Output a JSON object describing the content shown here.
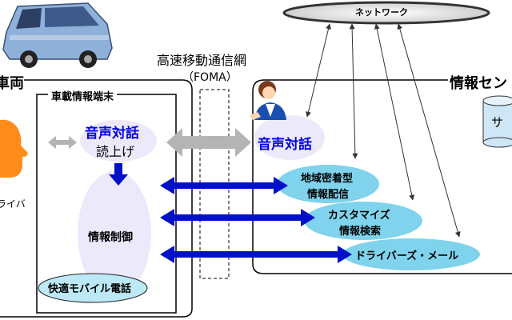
{
  "vehicle": {
    "label": "車両",
    "terminal_title": "車載情報端末"
  },
  "network": {
    "label": "ネットワーク"
  },
  "link": {
    "name": "高速移動通信網",
    "tech": "（FOMA）"
  },
  "center": {
    "label": "情報セン",
    "server_label": "サ"
  },
  "driver": {
    "label": "ライバ"
  },
  "terminal": {
    "voice_dialog": "音声対話",
    "read_aloud": "読上げ",
    "info_control": "情報制御",
    "mobile_phone": "快適モバイル電話"
  },
  "services": {
    "agent_voice": "音声対話",
    "local_info_line1": "地域密着型",
    "local_info_line2": "情報配信",
    "custom_line1": "カスタマイズ",
    "custom_line2": "情報検索",
    "drivers_mail": "ドライバーズ・メール"
  },
  "colors": {
    "ellipse_light": "#ece9fb",
    "service_ellipse": "#7fd3ec",
    "arrow_blue": "#0010c8",
    "arrow_gray": "#b4b4b4",
    "voice_text": "#0000e0",
    "face": "#ff8c1a"
  }
}
